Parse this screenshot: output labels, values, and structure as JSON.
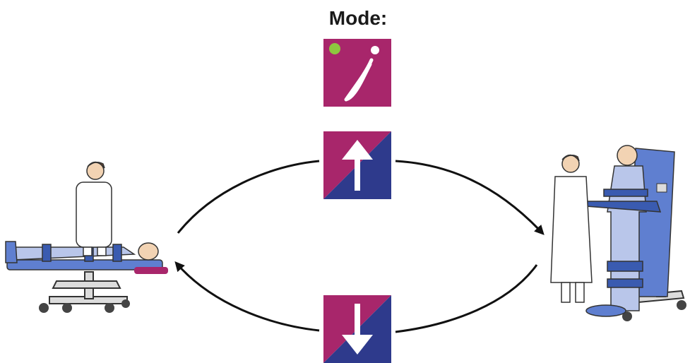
{
  "mode": {
    "title": "Mode:",
    "icon": "tilting-person-icon",
    "indicator_color": "#8dc63f",
    "tile_color": "#a8266b"
  },
  "buttons": [
    {
      "name": "tilt-up-button",
      "icon": "arrow-up-icon"
    },
    {
      "name": "tilt-down-button",
      "icon": "arrow-down-icon"
    }
  ],
  "colors": {
    "magenta": "#a8266b",
    "navy": "#2e3a8c",
    "table_blue": "#5f7fd0",
    "strap_blue": "#3a5bb0",
    "arrow": "#111111"
  },
  "states": [
    {
      "name": "horizontal-patient-illustration",
      "position": "horizontal"
    },
    {
      "name": "upright-patient-illustration",
      "position": "upright"
    }
  ]
}
